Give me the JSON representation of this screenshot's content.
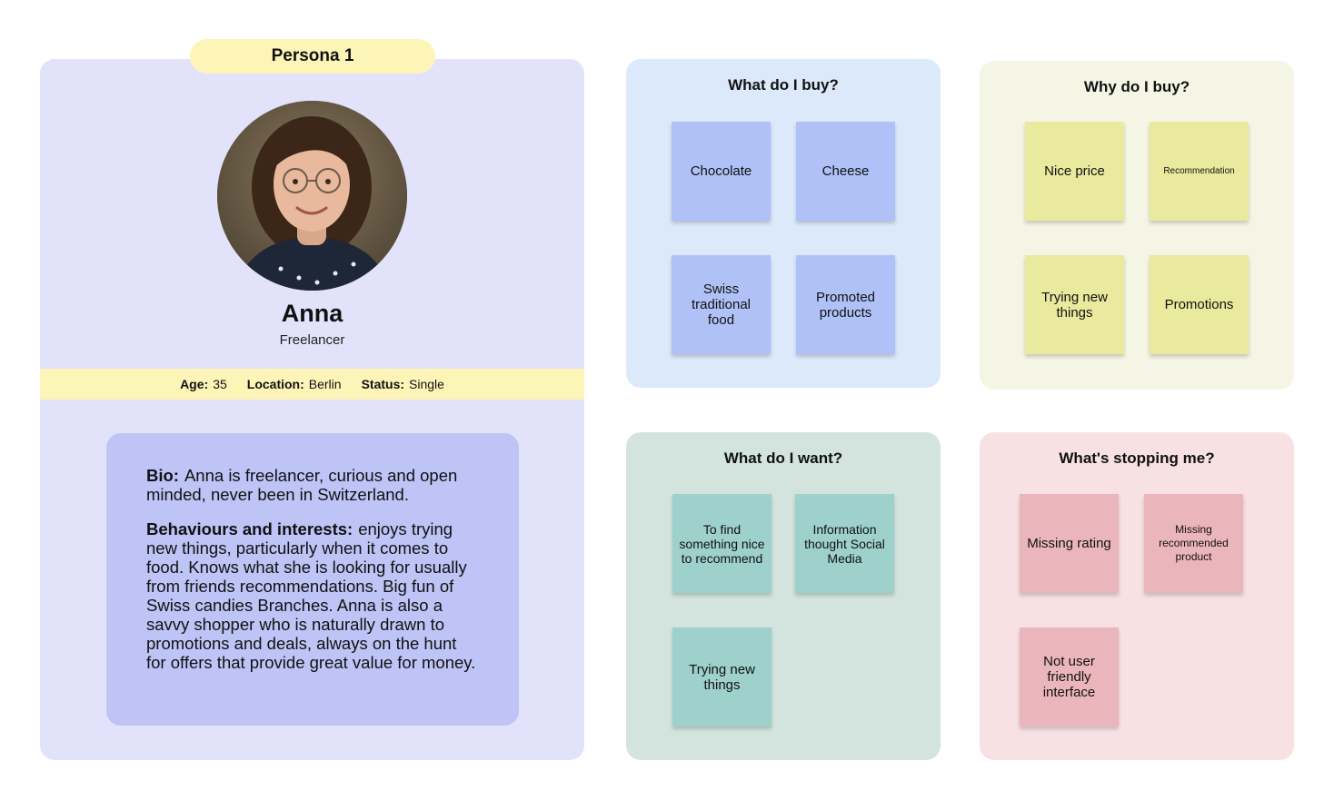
{
  "persona": {
    "tab_label": "Persona 1",
    "name": "Anna",
    "role": "Freelancer",
    "info": {
      "age_label": "Age:",
      "age_value": "35",
      "location_label": "Location:",
      "location_value": "Berlin",
      "status_label": "Status:",
      "status_value": "Single"
    },
    "bio": {
      "bio_label": "Bio:",
      "bio_text": "Anna is freelancer, curious and open minded, never been in Switzerland.",
      "interests_label": "Behaviours and interests:",
      "interests_text": "enjoys trying new things, particularly when it comes to food. Knows what she is looking for usually from friends recommendations. Big fun of Swiss candies Branches. Anna is also a savvy shopper who is naturally drawn to promotions and deals, always on the hunt for offers that provide great value for money."
    }
  },
  "panels": {
    "buy": {
      "title": "What do I buy?",
      "notes": [
        "Chocolate",
        "Cheese",
        "Swiss traditional food",
        "Promoted products"
      ]
    },
    "why": {
      "title": "Why do I buy?",
      "notes": [
        "Nice price",
        "Recommendation",
        "Trying new things",
        "Promotions"
      ]
    },
    "want": {
      "title": "What do I want?",
      "notes": [
        "To find something nice to recommend",
        "Information thought Social Media",
        "Trying new things"
      ]
    },
    "stop": {
      "title": "What's stopping me?",
      "notes": [
        "Missing rating",
        "Missing recommended product",
        "Not user friendly interface"
      ]
    }
  }
}
